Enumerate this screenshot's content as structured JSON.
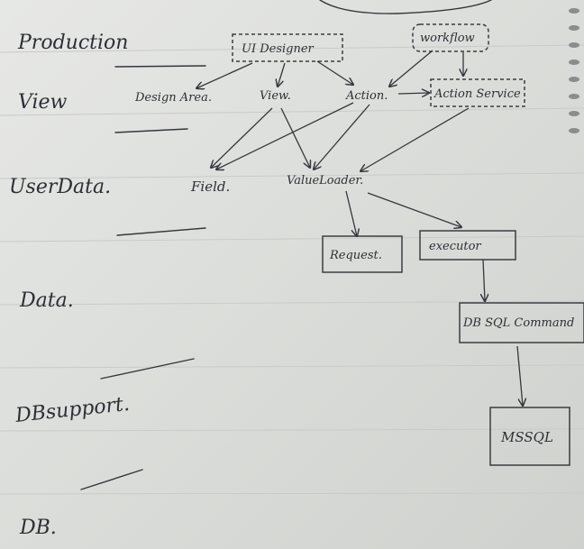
{
  "layers": [
    {
      "key": "production",
      "label": "Production"
    },
    {
      "key": "view",
      "label": "View"
    },
    {
      "key": "userdata",
      "label": "UserData."
    },
    {
      "key": "data",
      "label": "Data."
    },
    {
      "key": "dbsupport",
      "label": "DBsupport."
    },
    {
      "key": "db",
      "label": "DB."
    }
  ],
  "nodes": {
    "ui_designer": {
      "label": "UI Designer",
      "dashed": true
    },
    "workflow": {
      "label": "workflow",
      "dashed": true
    },
    "design_area": {
      "label": "Design Area.",
      "dashed": false
    },
    "view": {
      "label": "View.",
      "dashed": false
    },
    "action": {
      "label": "Action.",
      "dashed": false
    },
    "action_service": {
      "label": "Action Service",
      "dashed": true
    },
    "field": {
      "label": "Field.",
      "dashed": false
    },
    "value_loader": {
      "label": "ValueLoader.",
      "dashed": false
    },
    "request": {
      "label": "Request.",
      "dashed": false
    },
    "executor": {
      "label": "executor",
      "dashed": false
    },
    "db_sql_command": {
      "label": "DB SQL Command",
      "dashed": false
    },
    "mssql": {
      "label": "MSSQL",
      "dashed": false
    }
  },
  "edges": [
    [
      "ui_designer",
      "design_area"
    ],
    [
      "ui_designer",
      "view"
    ],
    [
      "ui_designer",
      "action"
    ],
    [
      "workflow",
      "action"
    ],
    [
      "workflow",
      "action_service"
    ],
    [
      "action",
      "action_service"
    ],
    [
      "view",
      "field"
    ],
    [
      "view",
      "value_loader"
    ],
    [
      "action",
      "field"
    ],
    [
      "action",
      "value_loader"
    ],
    [
      "action_service",
      "value_loader"
    ],
    [
      "value_loader",
      "request"
    ],
    [
      "value_loader",
      "executor"
    ],
    [
      "executor",
      "db_sql_command"
    ],
    [
      "db_sql_command",
      "mssql"
    ]
  ]
}
